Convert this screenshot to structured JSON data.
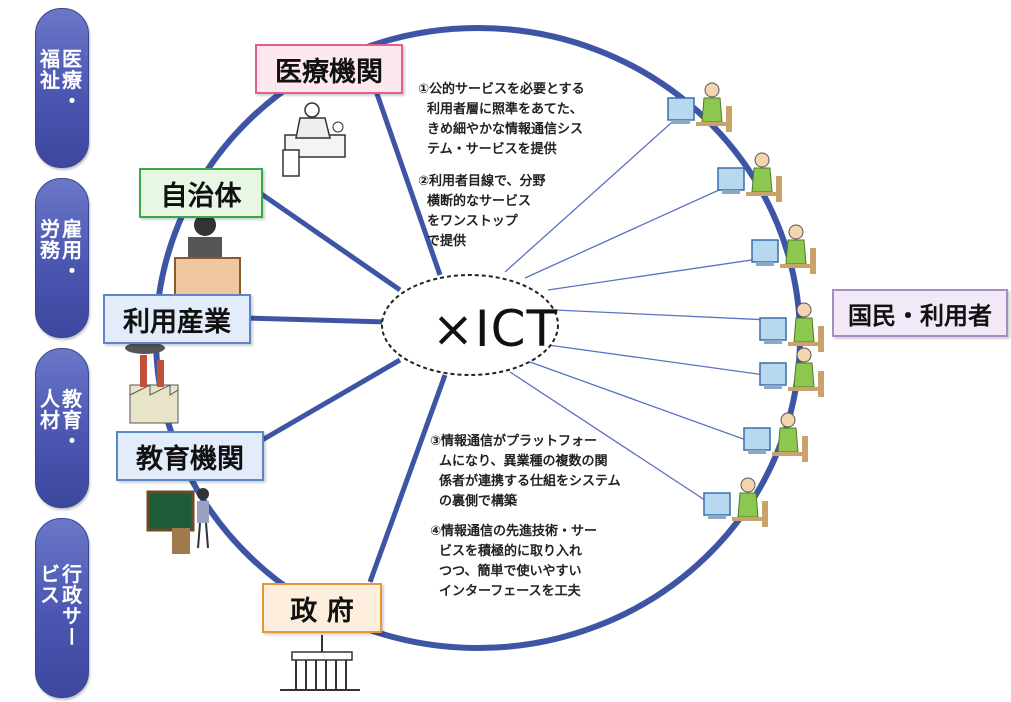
{
  "domains": [
    {
      "label": "医療・福祉"
    },
    {
      "label": "雇用・労務"
    },
    {
      "label": "教育・人材"
    },
    {
      "label": "行政サービス"
    }
  ],
  "providers": {
    "medical": "医療機関",
    "local_gov": "自治体",
    "industry": "利用産業",
    "education": "教育機関",
    "government": "政 府"
  },
  "center": "×ICT",
  "citizens": "国民・利用者",
  "notes": {
    "n1": "①公的サービスを必要とする\n  利用者層に照準をあてた、\n  きめ細やかな情報通信シス\n  テム・サービスを提供",
    "n2": "②利用者目線で、分野\n  横断的なサービス\n  をワンストップ\n  で提供",
    "n3": "③情報通信がプラットフォー\n  ムになり、異業種の複数の関\n  係者が連携する仕組をシステム\n  の裏側で構築",
    "n4": "④情報通信の先進技術・サー\n  ビスを積極的に取り入れ\n  つつ、簡単で使いやすい\n  インターフェースを工夫"
  },
  "colors": {
    "circle": "#3e55a6",
    "medical": "#e0608a",
    "local_gov": "#39a845",
    "industry": "#5b86c8",
    "education": "#5b86c8",
    "government": "#e8953a",
    "citizens": "#a98cc5"
  }
}
